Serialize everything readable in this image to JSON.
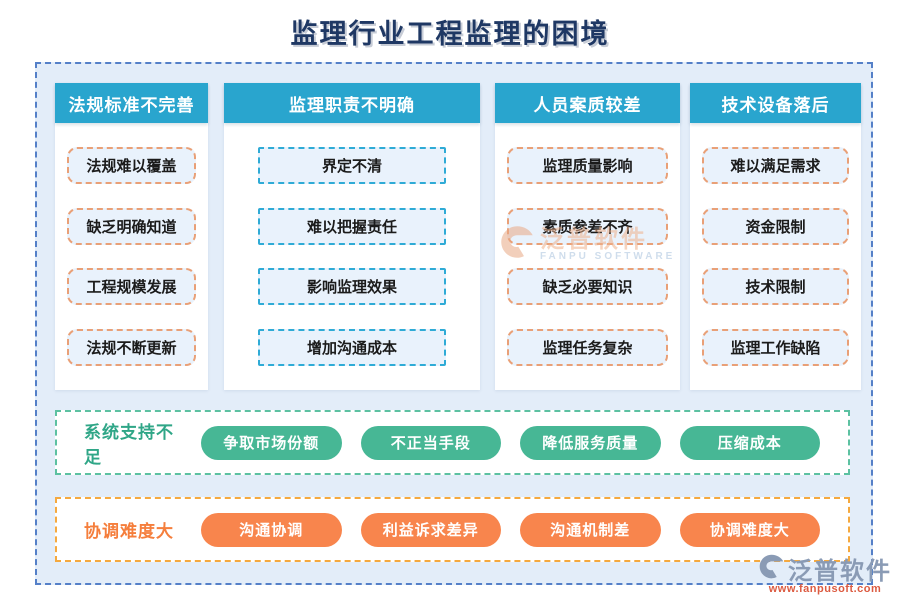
{
  "title": "监理行业工程监理的困境",
  "columns": [
    {
      "header": "法规标准不完善",
      "style": "orange",
      "items": [
        "法规难以覆盖",
        "缺乏明确知道",
        "工程规模发展",
        "法规不断更新"
      ]
    },
    {
      "header": "监理职责不明确",
      "style": "cyan",
      "items": [
        "界定不清",
        "难以把握责任",
        "影响监理效果",
        "增加沟通成本"
      ]
    },
    {
      "header": "人员案质较差",
      "style": "orange",
      "items": [
        "监理质量影响",
        "素质参差不齐",
        "缺乏必要知识",
        "监理任务复杂"
      ]
    },
    {
      "header": "技术设备落后",
      "style": "orange",
      "items": [
        "难以满足需求",
        "资金限制",
        "技术限制",
        "监理工作缺陷"
      ]
    }
  ],
  "rows": [
    {
      "label": "系统支持不足",
      "theme": "green",
      "pills": [
        "争取市场份额",
        "不正当手段",
        "降低服务质量",
        "压缩成本"
      ]
    },
    {
      "label": "协调难度大",
      "theme": "orangeband",
      "pills": [
        "沟通协调",
        "利益诉求差异",
        "沟通机制差",
        "协调难度大"
      ]
    }
  ],
  "watermark": {
    "name": "泛普软件",
    "subtitle": "FANPU SOFTWARE"
  },
  "logo": {
    "name": "泛普软件",
    "url_text": "www.fanpusoft.com",
    "icon": "fanpu-swoosh-icon"
  },
  "colors": {
    "title": "#1F3864",
    "column_header_bg": "#29A5CE",
    "container_bg": "#E3EDF9",
    "container_border": "#5580C8",
    "item_bg": "#E9F2FC",
    "item_border_orange": "#E9A077",
    "item_border_cyan": "#2FABD6",
    "green_pill": "#47B795",
    "green_border": "#5CC1A1",
    "green_label": "#2FA687",
    "orange_pill": "#F8854D",
    "orange_border": "#F5A93F",
    "orange_label": "#F57E3C",
    "logo_text": "#8A9BB5",
    "logo_url": "#DC5B41"
  }
}
